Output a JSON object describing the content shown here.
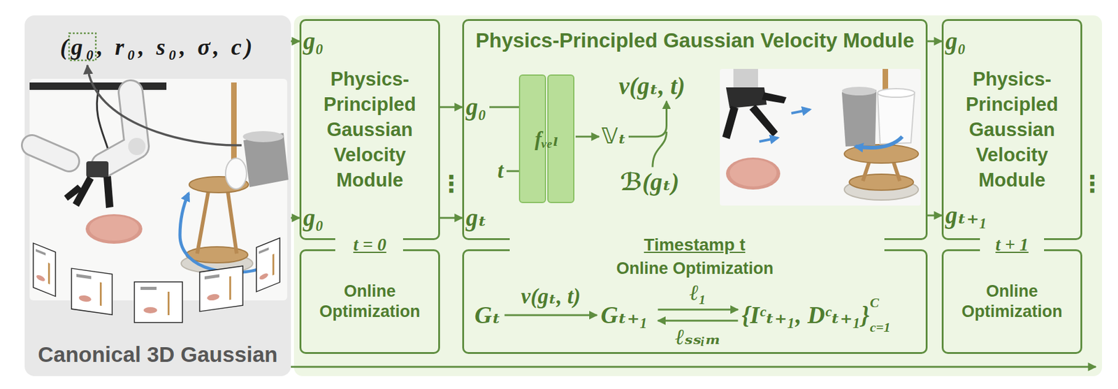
{
  "diagram": {
    "nodes": [
      {
        "text": [
          "(g₀, r₀, s₀, σ, c)",
          "Canonical 3D Gaussian"
        ]
      },
      {
        "text": [
          "Physics-Principled Gaussian Velocity Module"
        ]
      },
      {
        "text": [
          "Online Optimization"
        ]
      },
      {
        "text": [
          "Physics-Principled Gaussian Velocity Module"
        ]
      },
      {
        "text": [
          "fᵥₑₗ"
        ],
        "in": 3
      },
      {
        "text": [
          "Online Optimization"
        ]
      },
      {
        "text": [
          "Physics-Principled Gaussian Velocity Module"
        ]
      },
      {
        "text": [
          "Online Optimization"
        ]
      }
    ],
    "edges": [
      {
        "from": 0,
        "to": 1,
        "arrow": "to",
        "label": "g₀"
      },
      {
        "from": 0,
        "to": 1,
        "arrow": "to",
        "label": "g₀"
      },
      {
        "from": 1,
        "to": 3,
        "arrow": "to",
        "label": "g₀"
      },
      {
        "from": 1,
        "to": 3,
        "arrow": "to",
        "label": "gₜ"
      },
      {
        "from": 3,
        "to": 6,
        "arrow": "to",
        "label": "g₀"
      },
      {
        "from": 3,
        "to": 6,
        "arrow": "to",
        "label": "gₜ₊₁"
      }
    ],
    "labels": [
      "t = 0",
      "⋮",
      "t",
      "𝕍ₜ",
      "v(gₜ, t)",
      "ℬ(gₜ)",
      "Timestamp t",
      "Gₜ",
      "v(gₜ, t)",
      "Gₜ₊₁",
      "ℓ₁",
      "ℓₛₛᵢₘ",
      "{Iᶜₜ₊₁, Dᶜₜ₊₁}",
      "C",
      "c=1",
      "t + 1",
      "⋮"
    ]
  }
}
